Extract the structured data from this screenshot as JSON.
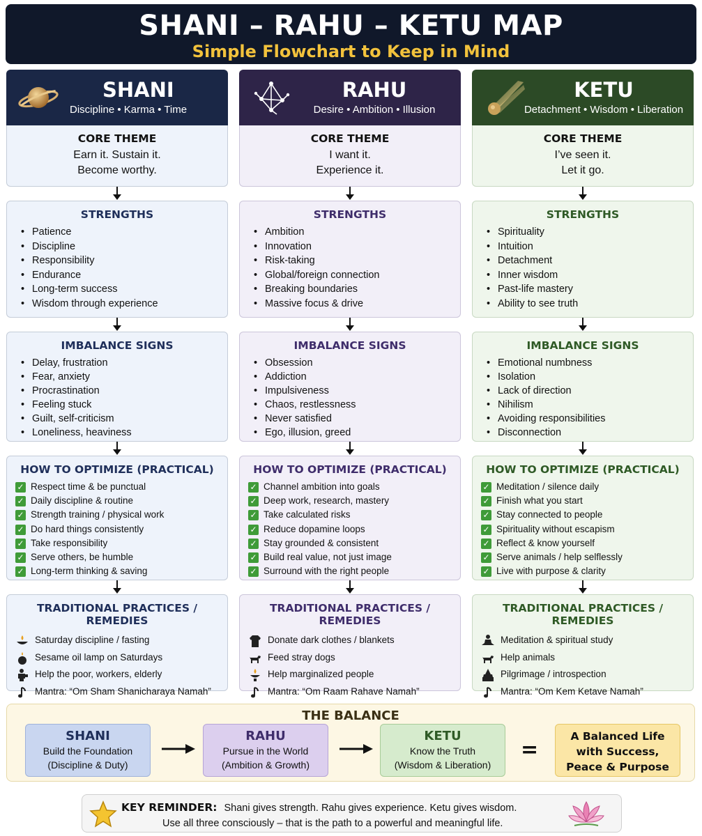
{
  "header": {
    "title": "SHANI – RAHU – KETU MAP",
    "subtitle": "Simple Flowchart to Keep in Mind"
  },
  "colors": {
    "header_bg": "#10182a",
    "subtitle": "#f2c23c",
    "shani_head": "#1a2746",
    "rahu_head": "#2e2448",
    "ketu_head": "#2c4a26",
    "check": "#3f9b38"
  },
  "columns": {
    "shani": {
      "name": "SHANI",
      "tagline": "Discipline • Karma • Time",
      "icon": "saturn-icon",
      "core_title": "CORE THEME",
      "core": [
        "Earn it. Sustain it.",
        "Become worthy."
      ],
      "strengths_title": "STRENGTHS",
      "strengths": [
        "Patience",
        "Discipline",
        "Responsibility",
        "Endurance",
        "Long-term success",
        "Wisdom through experience"
      ],
      "imbalance_title": "IMBALANCE SIGNS",
      "imbalance": [
        "Delay, frustration",
        "Fear, anxiety",
        "Procrastination",
        "Feeling stuck",
        "Guilt, self-criticism",
        "Loneliness, heaviness"
      ],
      "optimize_title": "HOW TO OPTIMIZE (PRACTICAL)",
      "optimize": [
        "Respect time & be punctual",
        "Daily discipline & routine",
        "Strength training / physical work",
        "Do hard things consistently",
        "Take responsibility",
        "Serve others, be humble",
        "Long-term thinking & saving"
      ],
      "remedies_title": "TRADITIONAL PRACTICES / REMEDIES",
      "remedies": [
        {
          "icon": "diya-icon",
          "text": "Saturday discipline / fasting"
        },
        {
          "icon": "oil-lamp-icon",
          "text": "Sesame oil lamp on Saturdays"
        },
        {
          "icon": "helping-hands-icon",
          "text": "Help the poor, workers, elderly"
        },
        {
          "icon": "music-note-icon",
          "text": "Mantra: “Om Sham Shanicharaya Namah”"
        }
      ]
    },
    "rahu": {
      "name": "RAHU",
      "tagline": "Desire • Ambition • Illusion",
      "icon": "network-icon",
      "core_title": "CORE THEME",
      "core": [
        "I want it.",
        "Experience it."
      ],
      "strengths_title": "STRENGTHS",
      "strengths": [
        "Ambition",
        "Innovation",
        "Risk-taking",
        "Global/foreign connection",
        "Breaking boundaries",
        "Massive focus & drive"
      ],
      "imbalance_title": "IMBALANCE SIGNS",
      "imbalance": [
        "Obsession",
        "Addiction",
        "Impulsiveness",
        "Chaos, restlessness",
        "Never satisfied",
        "Ego, illusion, greed"
      ],
      "optimize_title": "HOW TO OPTIMIZE (PRACTICAL)",
      "optimize": [
        "Channel ambition into goals",
        "Deep work, research, mastery",
        "Take calculated risks",
        "Reduce dopamine loops",
        "Stay grounded & consistent",
        "Build real value, not just image",
        "Surround with the right people"
      ],
      "remedies_title": "TRADITIONAL PRACTICES / REMEDIES",
      "remedies": [
        {
          "icon": "clothes-icon",
          "text": "Donate dark clothes / blankets"
        },
        {
          "icon": "dog-icon",
          "text": "Feed stray dogs"
        },
        {
          "icon": "lamp-icon",
          "text": "Help marginalized people"
        },
        {
          "icon": "music-note-icon",
          "text": "Mantra: “Om Raam Rahave Namah”"
        }
      ]
    },
    "ketu": {
      "name": "KETU",
      "tagline": "Detachment • Wisdom • Liberation",
      "icon": "comet-icon",
      "core_title": "CORE THEME",
      "core": [
        "I’ve seen it.",
        "Let it go."
      ],
      "strengths_title": "STRENGTHS",
      "strengths": [
        "Spirituality",
        "Intuition",
        "Detachment",
        "Inner wisdom",
        "Past-life mastery",
        "Ability to see truth"
      ],
      "imbalance_title": "IMBALANCE SIGNS",
      "imbalance": [
        "Emotional numbness",
        "Isolation",
        "Lack of direction",
        "Nihilism",
        "Avoiding responsibilities",
        "Disconnection"
      ],
      "optimize_title": "HOW TO OPTIMIZE (PRACTICAL)",
      "optimize": [
        "Meditation / silence daily",
        "Finish what you start",
        "Stay connected to people",
        "Spirituality without escapism",
        "Reflect & know yourself",
        "Serve animals / help selflessly",
        "Live with purpose & clarity"
      ],
      "remedies_title": "TRADITIONAL PRACTICES / REMEDIES",
      "remedies": [
        {
          "icon": "meditation-icon",
          "text": "Meditation & spiritual study"
        },
        {
          "icon": "dog-icon",
          "text": "Help animals"
        },
        {
          "icon": "temple-icon",
          "text": "Pilgrimage / introspection"
        },
        {
          "icon": "music-note-icon",
          "text": "Mantra: “Om Kem Ketave Namah”"
        }
      ]
    }
  },
  "balance": {
    "title": "THE BALANCE",
    "shani": {
      "name": "SHANI",
      "line1": "Build the Foundation",
      "line2": "(Discipline & Duty)"
    },
    "rahu": {
      "name": "RAHU",
      "line1": "Pursue in the World",
      "line2": "(Ambition & Growth)"
    },
    "ketu": {
      "name": "KETU",
      "line1": "Know the Truth",
      "line2": "(Wisdom & Liberation)"
    },
    "equals": "=",
    "result": [
      "A Balanced Life",
      "with Success,",
      "Peace & Purpose"
    ]
  },
  "reminder": {
    "label": "KEY REMINDER:",
    "line1": "Shani gives strength. Rahu gives experience. Ketu gives wisdom.",
    "line2": "Use all three consciously – that is the path to a powerful and meaningful life."
  }
}
